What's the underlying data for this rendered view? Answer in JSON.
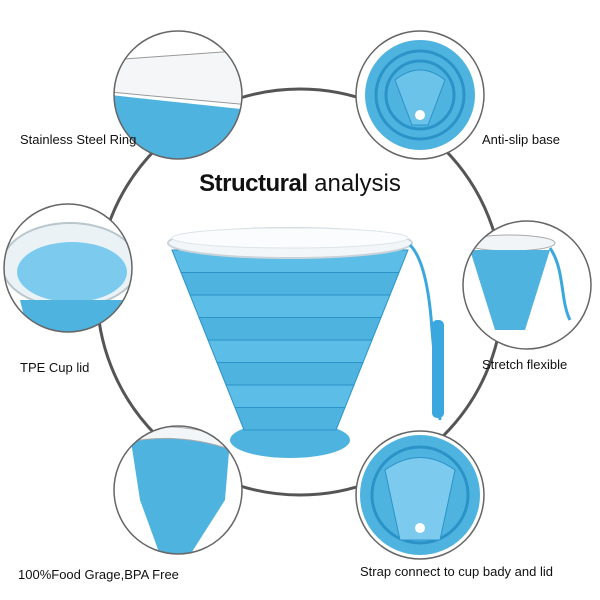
{
  "title": {
    "bold": "Structural",
    "rest": " analysis"
  },
  "features": {
    "steel_ring": "Stainless Steel Ring",
    "anti_slip": "Anti-slip base",
    "lid": "TPE Cup lid",
    "stretch": "Stretch flexible",
    "food_grade": "100%Food Grage,BPA Free",
    "strap": "Strap connect to cup bady and lid"
  },
  "colors": {
    "cup_blue": "#4fb3e0",
    "cup_dark": "#2b93c8",
    "lid": "#eef3f6",
    "ring": "#555555"
  }
}
